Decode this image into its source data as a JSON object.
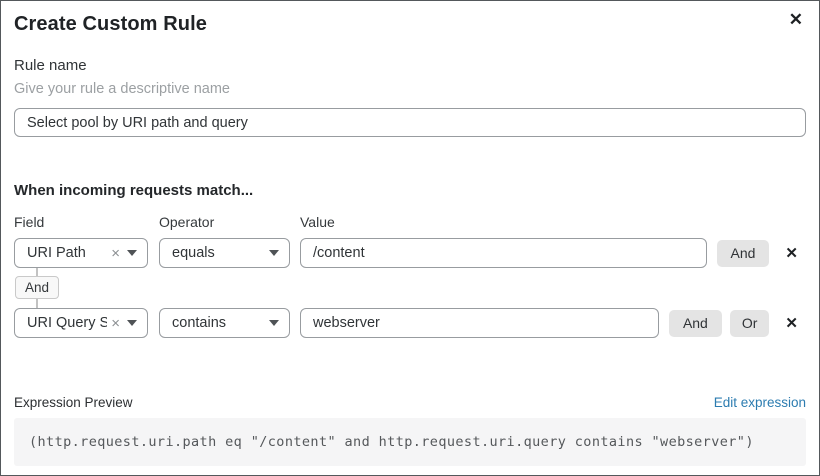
{
  "modal": {
    "title": "Create Custom Rule"
  },
  "icons": {
    "close": "✕",
    "remove": "✕",
    "clear": "×",
    "dropdown": "caret-down"
  },
  "rule_name": {
    "label": "Rule name",
    "helper": "Give your rule a descriptive name",
    "value": "Select pool by URI path and query"
  },
  "match": {
    "heading": "When incoming requests match...",
    "columns": {
      "field": "Field",
      "operator": "Operator",
      "value": "Value"
    },
    "connector_label": "And",
    "rows": [
      {
        "field": "URI Path",
        "operator": "equals",
        "value": "/content",
        "and_label": "And"
      },
      {
        "field": "URI Query St...",
        "operator": "contains",
        "value": "webserver",
        "and_label": "And",
        "or_label": "Or"
      }
    ]
  },
  "expression": {
    "label": "Expression Preview",
    "edit_link": "Edit expression",
    "code": "(http.request.uri.path eq \"/content\" and http.request.uri.query contains \"webserver\")"
  },
  "colors": {
    "link_blue": "#2c7cb0",
    "button_gray": "#e4e4e4",
    "code_background": "#f5f5f6",
    "input_border": "#989ca0"
  }
}
